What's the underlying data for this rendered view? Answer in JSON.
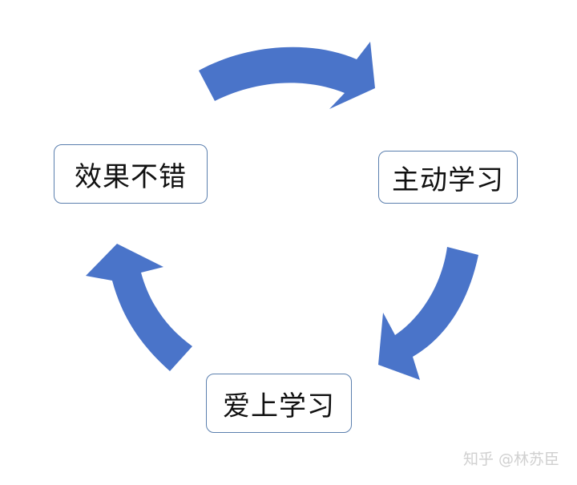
{
  "diagram": {
    "nodes": {
      "result": "效果不错",
      "active_learning": "主动学习",
      "love_learning": "爱上学习"
    },
    "arrow_color": "#4a74c9",
    "arrow_icon": "curved-arrow"
  },
  "watermark": {
    "text": "知乎 @林苏臣"
  }
}
